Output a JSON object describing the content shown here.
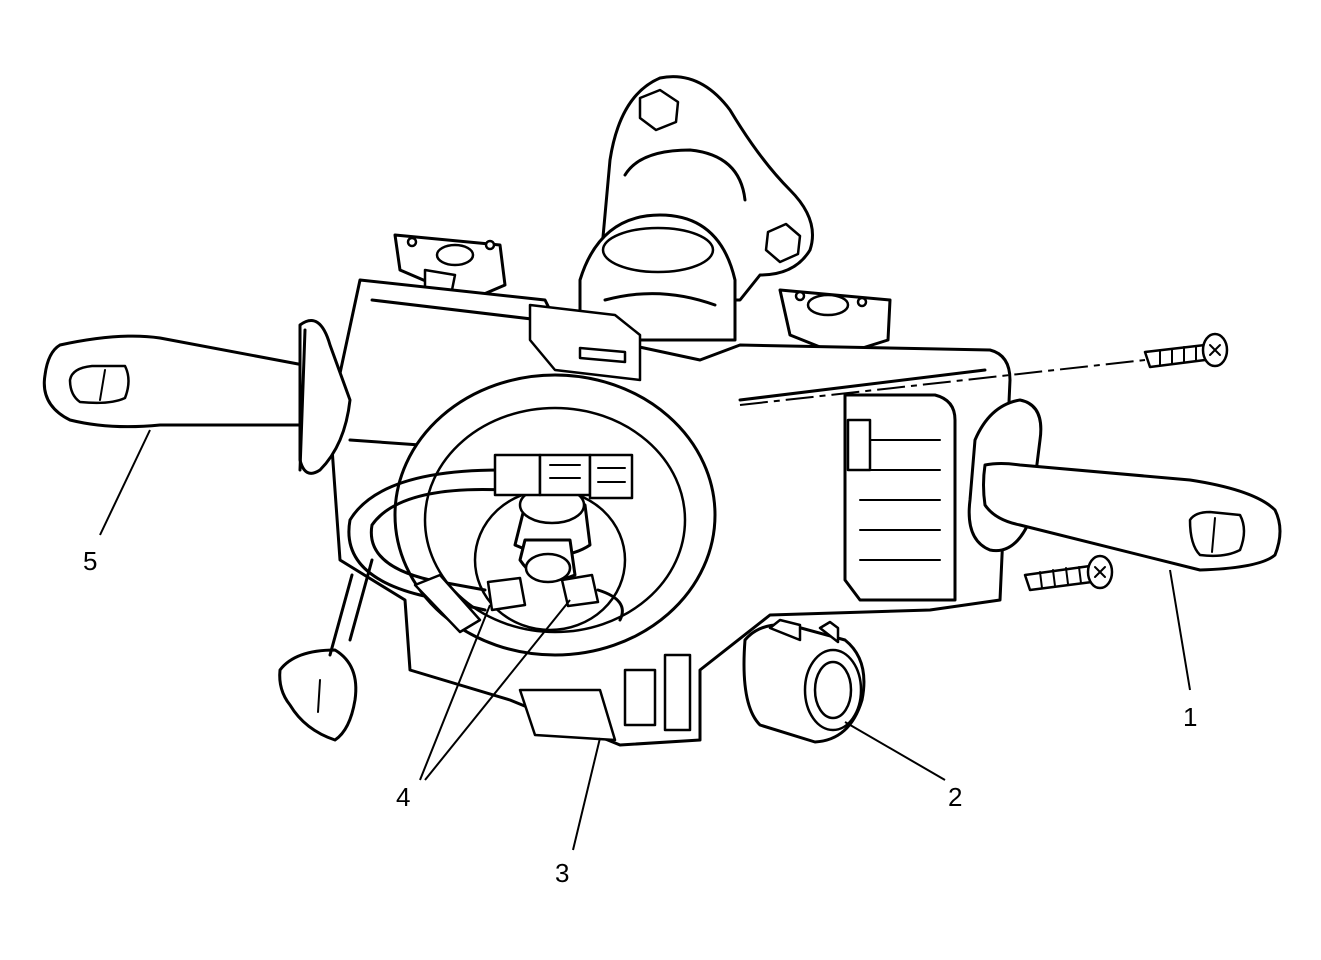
{
  "figure": {
    "callouts": [
      {
        "id": "1",
        "label": "1"
      },
      {
        "id": "2",
        "label": "2"
      },
      {
        "id": "3",
        "label": "3"
      },
      {
        "id": "4",
        "label": "4"
      },
      {
        "id": "5",
        "label": "5"
      }
    ],
    "colors": {
      "line": "#000000",
      "background": "#ffffff"
    }
  }
}
